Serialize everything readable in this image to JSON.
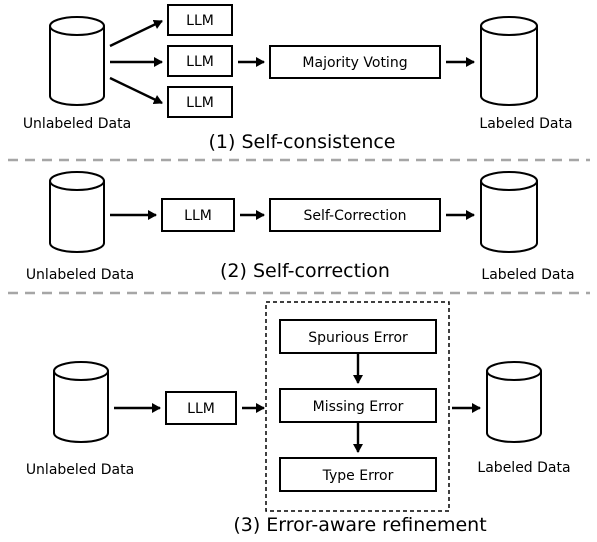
{
  "sections": [
    {
      "title": "(1) Self-consistence",
      "input_label": "Unlabeled Data",
      "llm_labels": [
        "LLM",
        "LLM",
        "LLM"
      ],
      "process_label": "Majority Voting",
      "output_label": "Labeled Data"
    },
    {
      "title": "(2) Self-correction",
      "input_label": "Unlabeled Data",
      "llm_label": "LLM",
      "process_label": "Self-Correction",
      "output_label": "Labeled Data"
    },
    {
      "title": "(3) Error-aware refinement",
      "input_label": "Unlabeled Data",
      "llm_label": "LLM",
      "steps": [
        "Spurious Error",
        "Missing Error",
        "Type Error"
      ],
      "output_label": "Labeled Data"
    }
  ]
}
